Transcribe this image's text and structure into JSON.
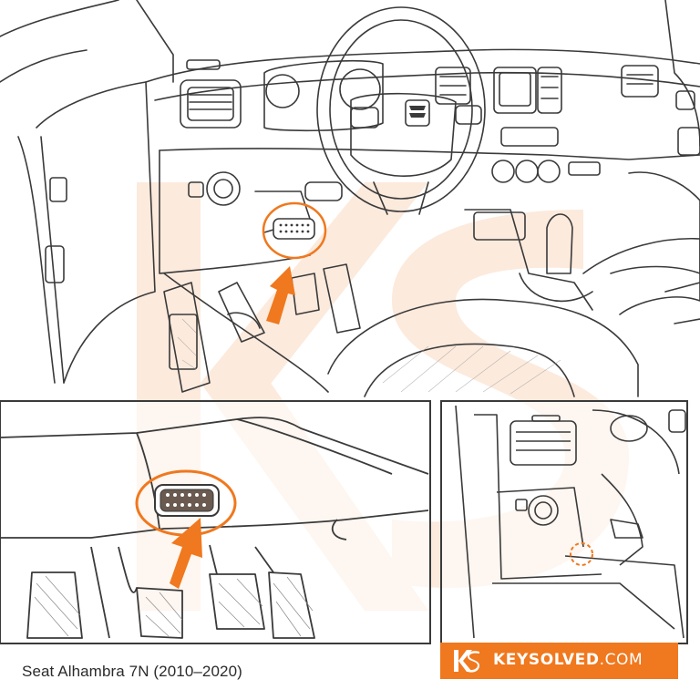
{
  "caption": "Seat Alhambra 7N (2010–2020)",
  "brand": {
    "name": "KEYSOLVED",
    "domain": ".COM",
    "background_color": "#f0781e",
    "text_color": "#ffffff"
  },
  "colors": {
    "line": "#3a3a3a",
    "highlight": "#f0781e",
    "watermark": "#fbe3d2"
  },
  "icons": {
    "steering_badge": "seat-logo-icon",
    "brand_mark": "ks-logo-icon"
  }
}
